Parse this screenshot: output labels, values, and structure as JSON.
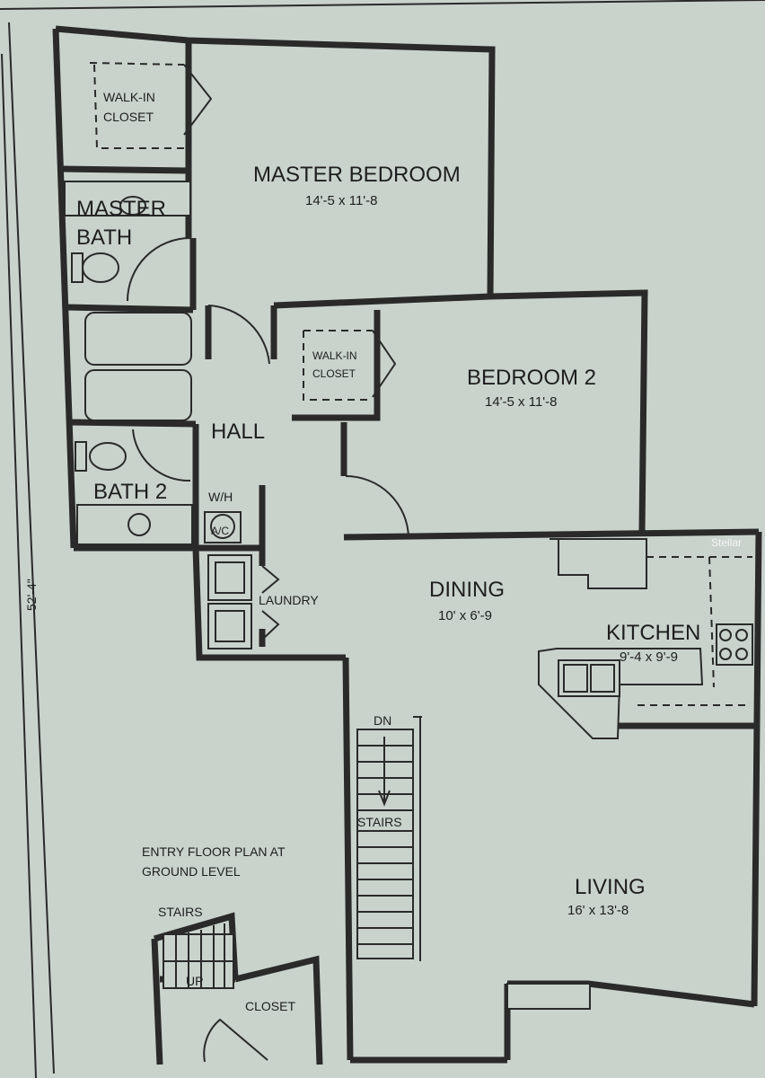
{
  "rooms": {
    "master_bedroom": {
      "name": "MASTER BEDROOM",
      "dims": "14'-5 x 11'-8"
    },
    "master_closet": {
      "line1": "WALK-IN",
      "line2": "CLOSET"
    },
    "master_bath": {
      "line1": "MASTER",
      "line2": "BATH"
    },
    "bedroom2": {
      "name": "BEDROOM 2",
      "dims": "14'-5 x 11'-8"
    },
    "bedroom2_closet": {
      "line1": "WALK-IN",
      "line2": "CLOSET"
    },
    "hall": {
      "name": "HALL"
    },
    "bath2": {
      "name": "BATH 2"
    },
    "wh": {
      "name": "W/H"
    },
    "ac": {
      "name": "A/C"
    },
    "laundry": {
      "name": "LAUNDRY"
    },
    "dining": {
      "name": "DINING",
      "dims": "10' x 6'-9"
    },
    "kitchen": {
      "name": "KITCHEN",
      "dims": "9'-4 x 9'-9"
    },
    "living": {
      "name": "LIVING",
      "dims": "16' x 13'-8"
    },
    "stairs_main": {
      "dn": "DN",
      "label": "STAIRS"
    },
    "entry": {
      "line1": "ENTRY FLOOR PLAN AT",
      "line2": "GROUND LEVEL"
    },
    "entry_stairs": {
      "label": "STAIRS",
      "up": "UP"
    },
    "entry_closet": {
      "name": "CLOSET"
    }
  },
  "dimension_left": "52'-4\"",
  "watermark": "Stellar"
}
